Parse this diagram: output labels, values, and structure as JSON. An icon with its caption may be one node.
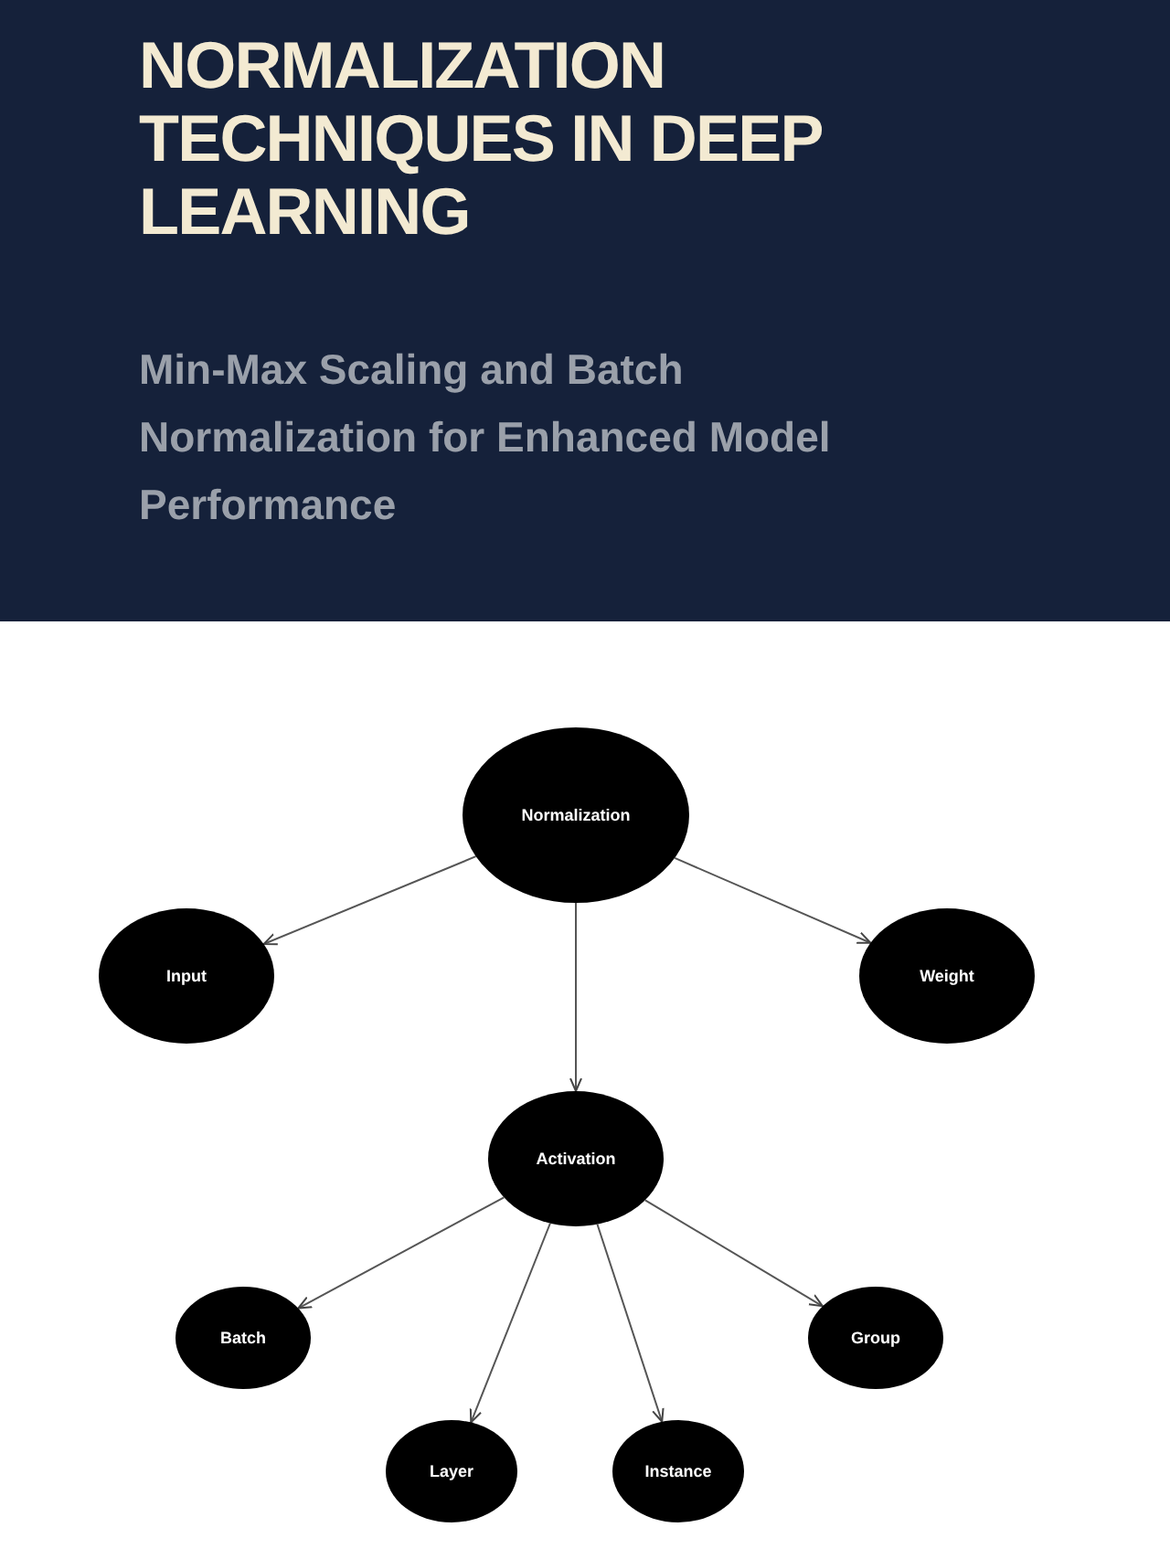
{
  "diagram": {
    "title": "NORMALIZATION TECHNIQUES IN DEEP LEARNING",
    "caption": "Min-Max Scaling and Batch Normalization for Enhanced Model Performance",
    "nodes": [
      {
        "text": [
          "Normalization"
        ]
      },
      {
        "text": [
          "Input"
        ]
      },
      {
        "text": [
          "Weight"
        ]
      },
      {
        "text": [
          "Activation"
        ]
      },
      {
        "text": [
          "Batch"
        ]
      },
      {
        "text": [
          "Group"
        ]
      },
      {
        "text": [
          "Layer"
        ]
      },
      {
        "text": [
          "Instance"
        ]
      }
    ],
    "edges": [
      {
        "from": 0,
        "to": 1,
        "arrow": "to"
      },
      {
        "from": 0,
        "to": 3,
        "arrow": "to"
      },
      {
        "from": 0,
        "to": 2,
        "arrow": "to"
      },
      {
        "from": 3,
        "to": 4,
        "arrow": "to"
      },
      {
        "from": 3,
        "to": 6,
        "arrow": "to"
      },
      {
        "from": 3,
        "to": 7,
        "arrow": "to"
      },
      {
        "from": 3,
        "to": 5,
        "arrow": "to"
      }
    ]
  }
}
